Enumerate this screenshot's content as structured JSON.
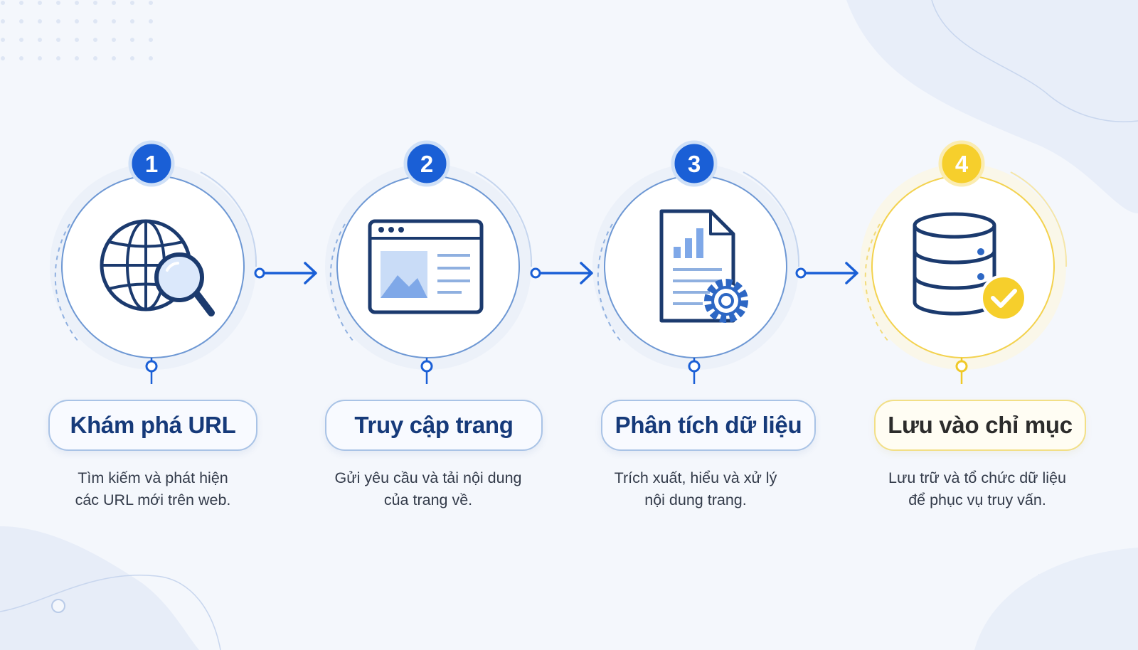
{
  "steps": [
    {
      "number": "1",
      "title": "Khám phá URL",
      "desc": [
        "Tìm kiếm và phát hiện",
        "các URL mới trên web."
      ],
      "icon": "globe-search-icon"
    },
    {
      "number": "2",
      "title": "Truy cập trang",
      "desc": [
        "Gửi yêu cầu và tải nội dung",
        "của trang về."
      ],
      "icon": "browser-window-icon"
    },
    {
      "number": "3",
      "title": "Phân tích dữ liệu",
      "desc": [
        "Trích xuất, hiểu và xử lý",
        "nội dung trang."
      ],
      "icon": "document-chart-gear-icon"
    },
    {
      "number": "4",
      "title": "Lưu vào chỉ mục",
      "desc": [
        "Lưu trữ và tổ chức dữ liệu",
        "để phục vụ truy vấn."
      ],
      "icon": "database-check-icon"
    }
  ],
  "colors": {
    "primary": "#1a5fd6",
    "dark": "#1b3a6e",
    "accent_yellow": "#f6cf2c",
    "light_blue": "#9dbbea"
  }
}
